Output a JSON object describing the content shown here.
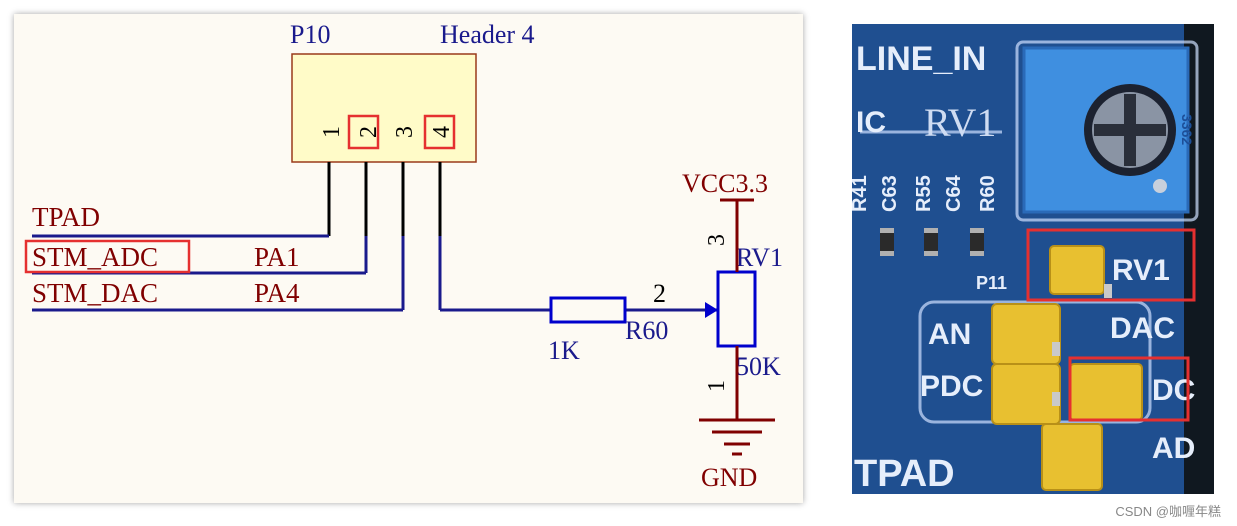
{
  "schematic": {
    "connector": {
      "designator": "P10",
      "name": "Header 4",
      "pins": [
        "1",
        "2",
        "3",
        "4"
      ],
      "highlighted_pins": [
        "2",
        "4"
      ]
    },
    "nets": {
      "tpad": "TPAD",
      "stm_adc": "STM_ADC",
      "stm_dac": "STM_DAC",
      "pa1": "PA1",
      "pa4": "PA4"
    },
    "resistor": {
      "designator": "R60",
      "value": "1K"
    },
    "potentiometer": {
      "designator": "RV1",
      "value": "50K",
      "pin_top": "3",
      "pin_wiper": "2",
      "pin_bottom": "1"
    },
    "power": {
      "vcc": "VCC3.3",
      "gnd": "GND"
    },
    "colors": {
      "wire": "#1a1a8c",
      "net_label": "#800000",
      "connector_fill": "#fffbc8",
      "highlight": "#e53030",
      "component": "#0000cc"
    }
  },
  "photo": {
    "silkscreen": {
      "line_in": "LINE_IN",
      "ic": "IC",
      "rv1_big": "RV1",
      "r41": "R41",
      "c63": "C63",
      "r55": "R55",
      "c64": "C64",
      "r60": "R60",
      "p11": "P11",
      "rv1_label": "RV1",
      "dac": "DAC",
      "an": "AN",
      "pdc": "PDC",
      "adc": "DC",
      "ad": "AD",
      "tpad": "TPAD",
      "pot_code": "3362"
    },
    "colors": {
      "board": "#1f4f90",
      "jumper": "#e8c030",
      "pot": "#3f8fe0"
    }
  },
  "watermark": "CSDN @咖喱年糕"
}
